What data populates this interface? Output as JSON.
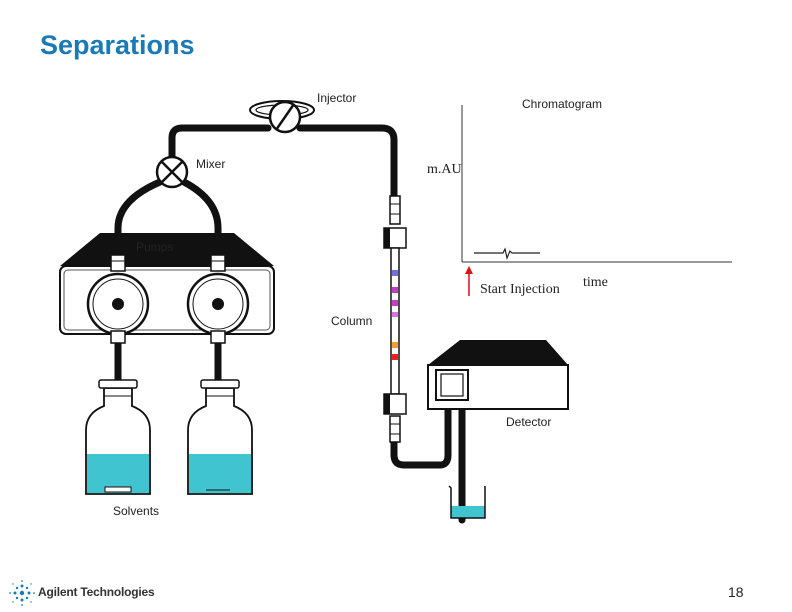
{
  "slide": {
    "title": "Separations",
    "page_number": "18"
  },
  "labels": {
    "injector": "Injector",
    "mixer": "Mixer",
    "pumps": "Pumps",
    "column": "Column",
    "detector": "Detector",
    "solvents": "Solvents"
  },
  "chromatogram": {
    "title": "Chromatogram",
    "y_label": "m.AU",
    "x_label": "time",
    "marker_label": "Start Injection",
    "marker_color": "#dd1111"
  },
  "colors": {
    "title": "#1a7ab8",
    "liquid": "#3fc4d0",
    "tubing": "#111111",
    "band_colors": [
      "#6f6fe0",
      "#c040c0",
      "#e070e0",
      "#f0a030",
      "#ee2020"
    ]
  },
  "branding": {
    "logo_icon": "agilent-spark-icon",
    "company": "Agilent Technologies"
  }
}
